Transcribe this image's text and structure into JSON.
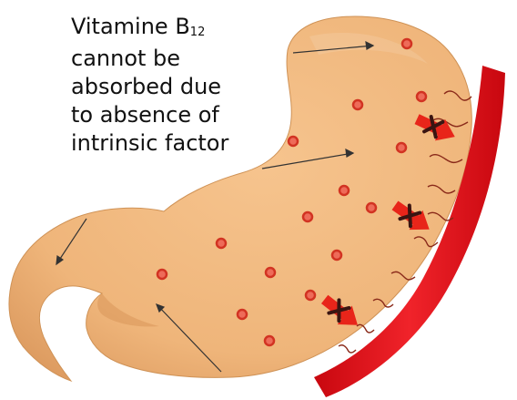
{
  "caption": {
    "line1_text": "Vitamine B",
    "line1_subscript": "12",
    "line2": "cannot be",
    "line3": "absorbed due",
    "line4": "to absence of",
    "line5": "intrinsic factor"
  },
  "colors": {
    "stomach_fill": "#f0b67b",
    "stomach_shade": "#d99559",
    "stomach_outline": "#c98a52",
    "blood_vessel": "#e8141c",
    "vitamin_dot_fill": "#ee6b59",
    "vitamin_dot_ring": "#d23322",
    "blocked_arrow": "#e8251a",
    "block_cross": "#3a1512",
    "pointer_line": "#333333"
  },
  "icons": {
    "blocked_transfer": "blocked-arrow-icon",
    "vitamin_particle": "vitamin-b12-dot-icon"
  }
}
